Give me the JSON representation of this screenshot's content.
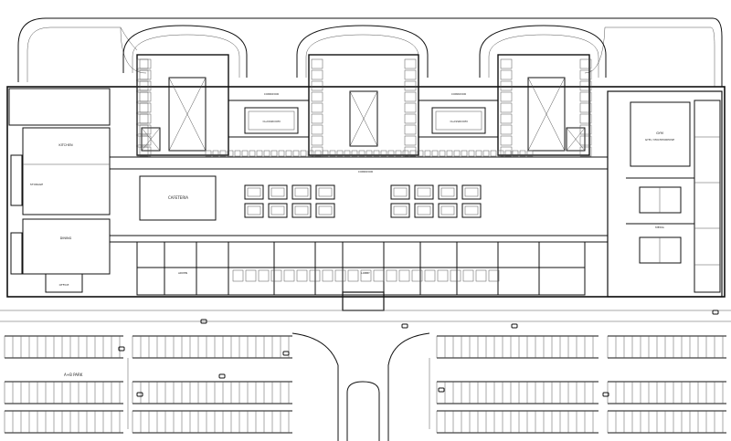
{
  "plan": {
    "room_labels": {
      "cafeteria": "CAFETERIA",
      "gym": "GYM / MULTIPURPOSE",
      "gym_sub": "GYM",
      "media": "MEDIA",
      "dining": "DINING",
      "kitchen": "KITCHEN",
      "classroom": "CLASSROOM",
      "corridor": "CORRIDOR",
      "admin": "ADMIN",
      "storage": "STORAGE",
      "office": "OFFICE",
      "lobby": "LOBBY"
    },
    "parking_label": "A+B PARK"
  },
  "colors": {
    "ink": "#111111",
    "fill": "#ffffff"
  }
}
